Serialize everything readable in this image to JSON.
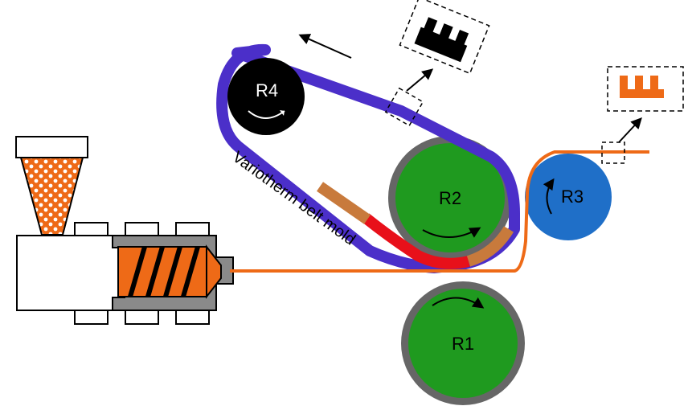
{
  "diagram": {
    "rollers": {
      "r1": {
        "label": "R1",
        "color": "#1f9a1f"
      },
      "r2": {
        "label": "R2",
        "color": "#1f9a1f"
      },
      "r3": {
        "label": "R3",
        "color": "#1f6fc8"
      },
      "r4": {
        "label": "R4",
        "color": "#000000"
      }
    },
    "belt": {
      "label": "Variotherm belt mold",
      "color": "#4b2fc9",
      "hot_zone_color": "#e8101a",
      "transition_color": "#c87a3c"
    },
    "film": {
      "color": "#ee6a17"
    },
    "extruder": {
      "body_color": "#8a8a8a",
      "screw_color": "#ee6a17"
    },
    "colors": {
      "roller_rim": "#666666",
      "outline": "#000000"
    }
  }
}
